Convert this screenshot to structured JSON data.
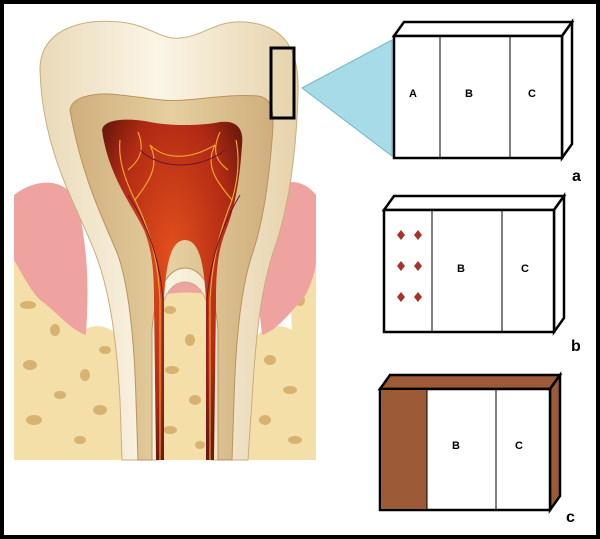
{
  "panels": {
    "a": {
      "label": "a",
      "regions": [
        "A",
        "B",
        "C"
      ],
      "fill_left": "#ffffff"
    },
    "b": {
      "label": "b",
      "regions": [
        "",
        "B",
        "C"
      ],
      "dots_color": "#a8322c"
    },
    "c": {
      "label": "c",
      "regions": [
        "",
        "B",
        "C"
      ],
      "fill_left": "#9c5b36"
    }
  },
  "colors": {
    "frame": "#000000",
    "enamel": "#f3ead6",
    "dentin": "#dcc49a",
    "pulp": "#b12a14",
    "gum": "#efa3a0",
    "bone": "#f4dfa8",
    "zoom": "#a8dbe8",
    "brown": "#9c5b36"
  }
}
